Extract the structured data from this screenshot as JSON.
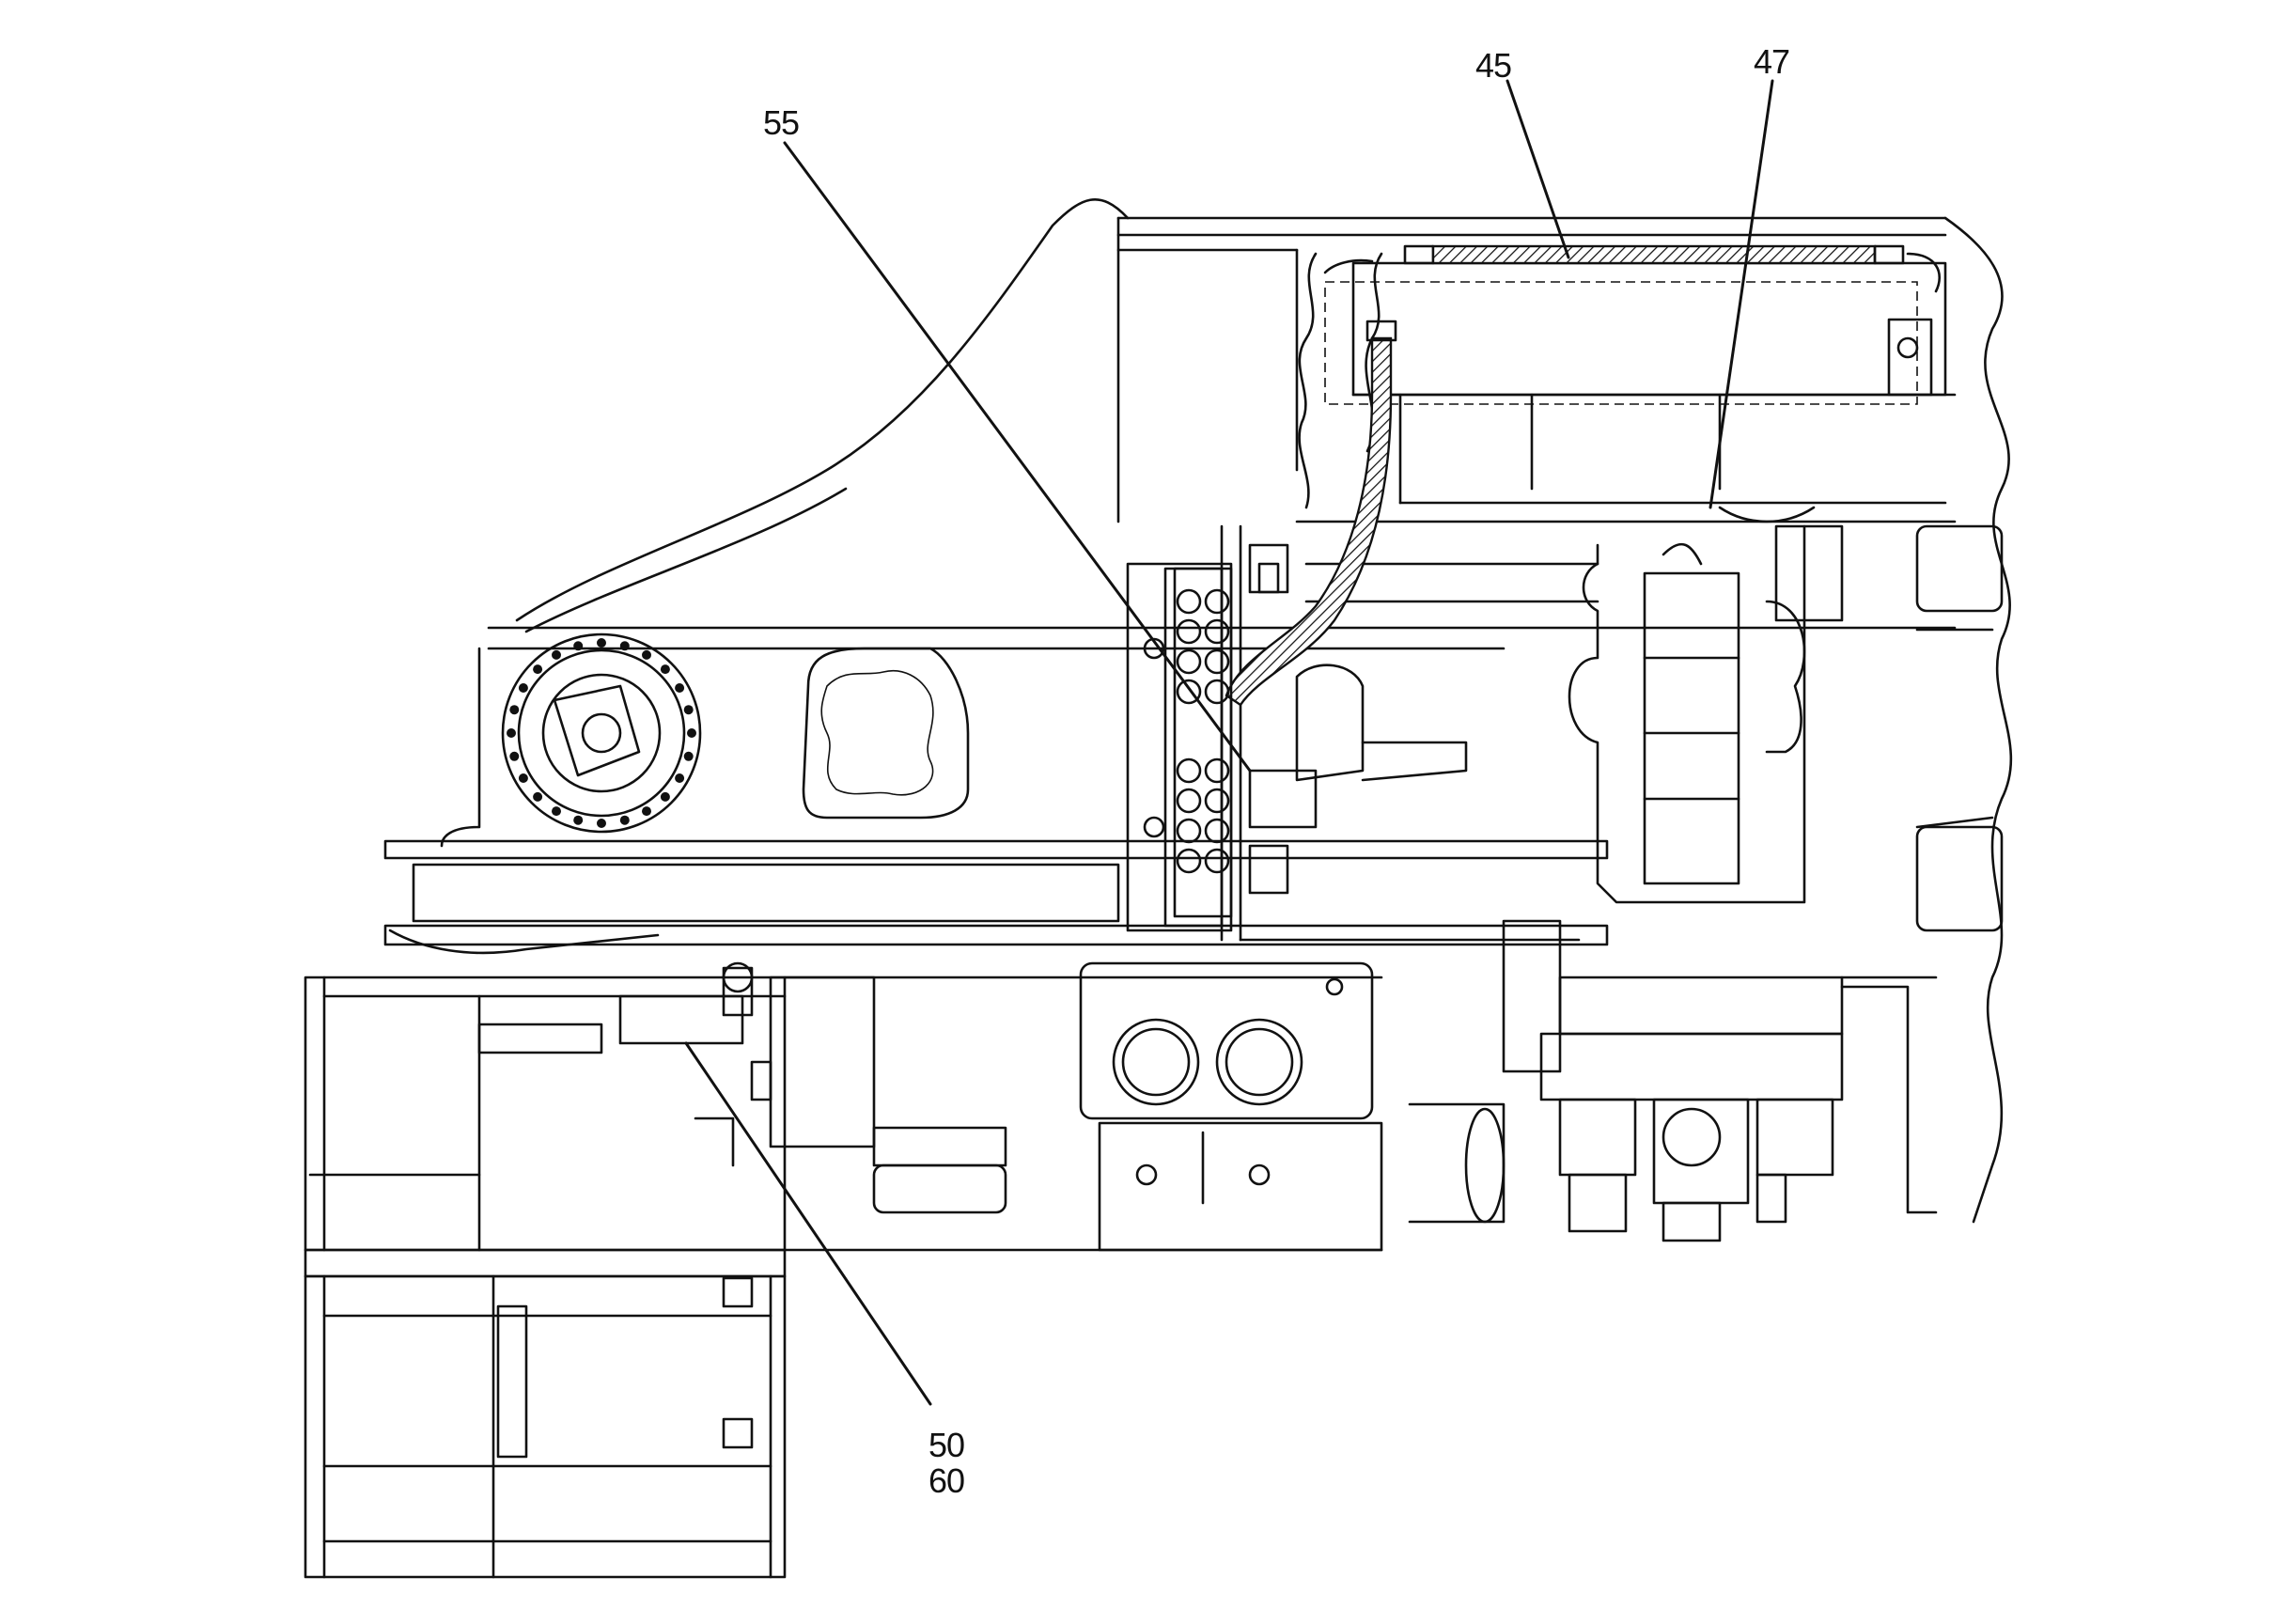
{
  "callouts": [
    {
      "id": "c45",
      "label": "45"
    },
    {
      "id": "c47",
      "label": "47"
    },
    {
      "id": "c55",
      "label": "55"
    },
    {
      "id": "c50",
      "label": "50"
    },
    {
      "id": "c60",
      "label": "60"
    }
  ],
  "colors": {
    "line": "#111111",
    "background": "#ffffff"
  }
}
